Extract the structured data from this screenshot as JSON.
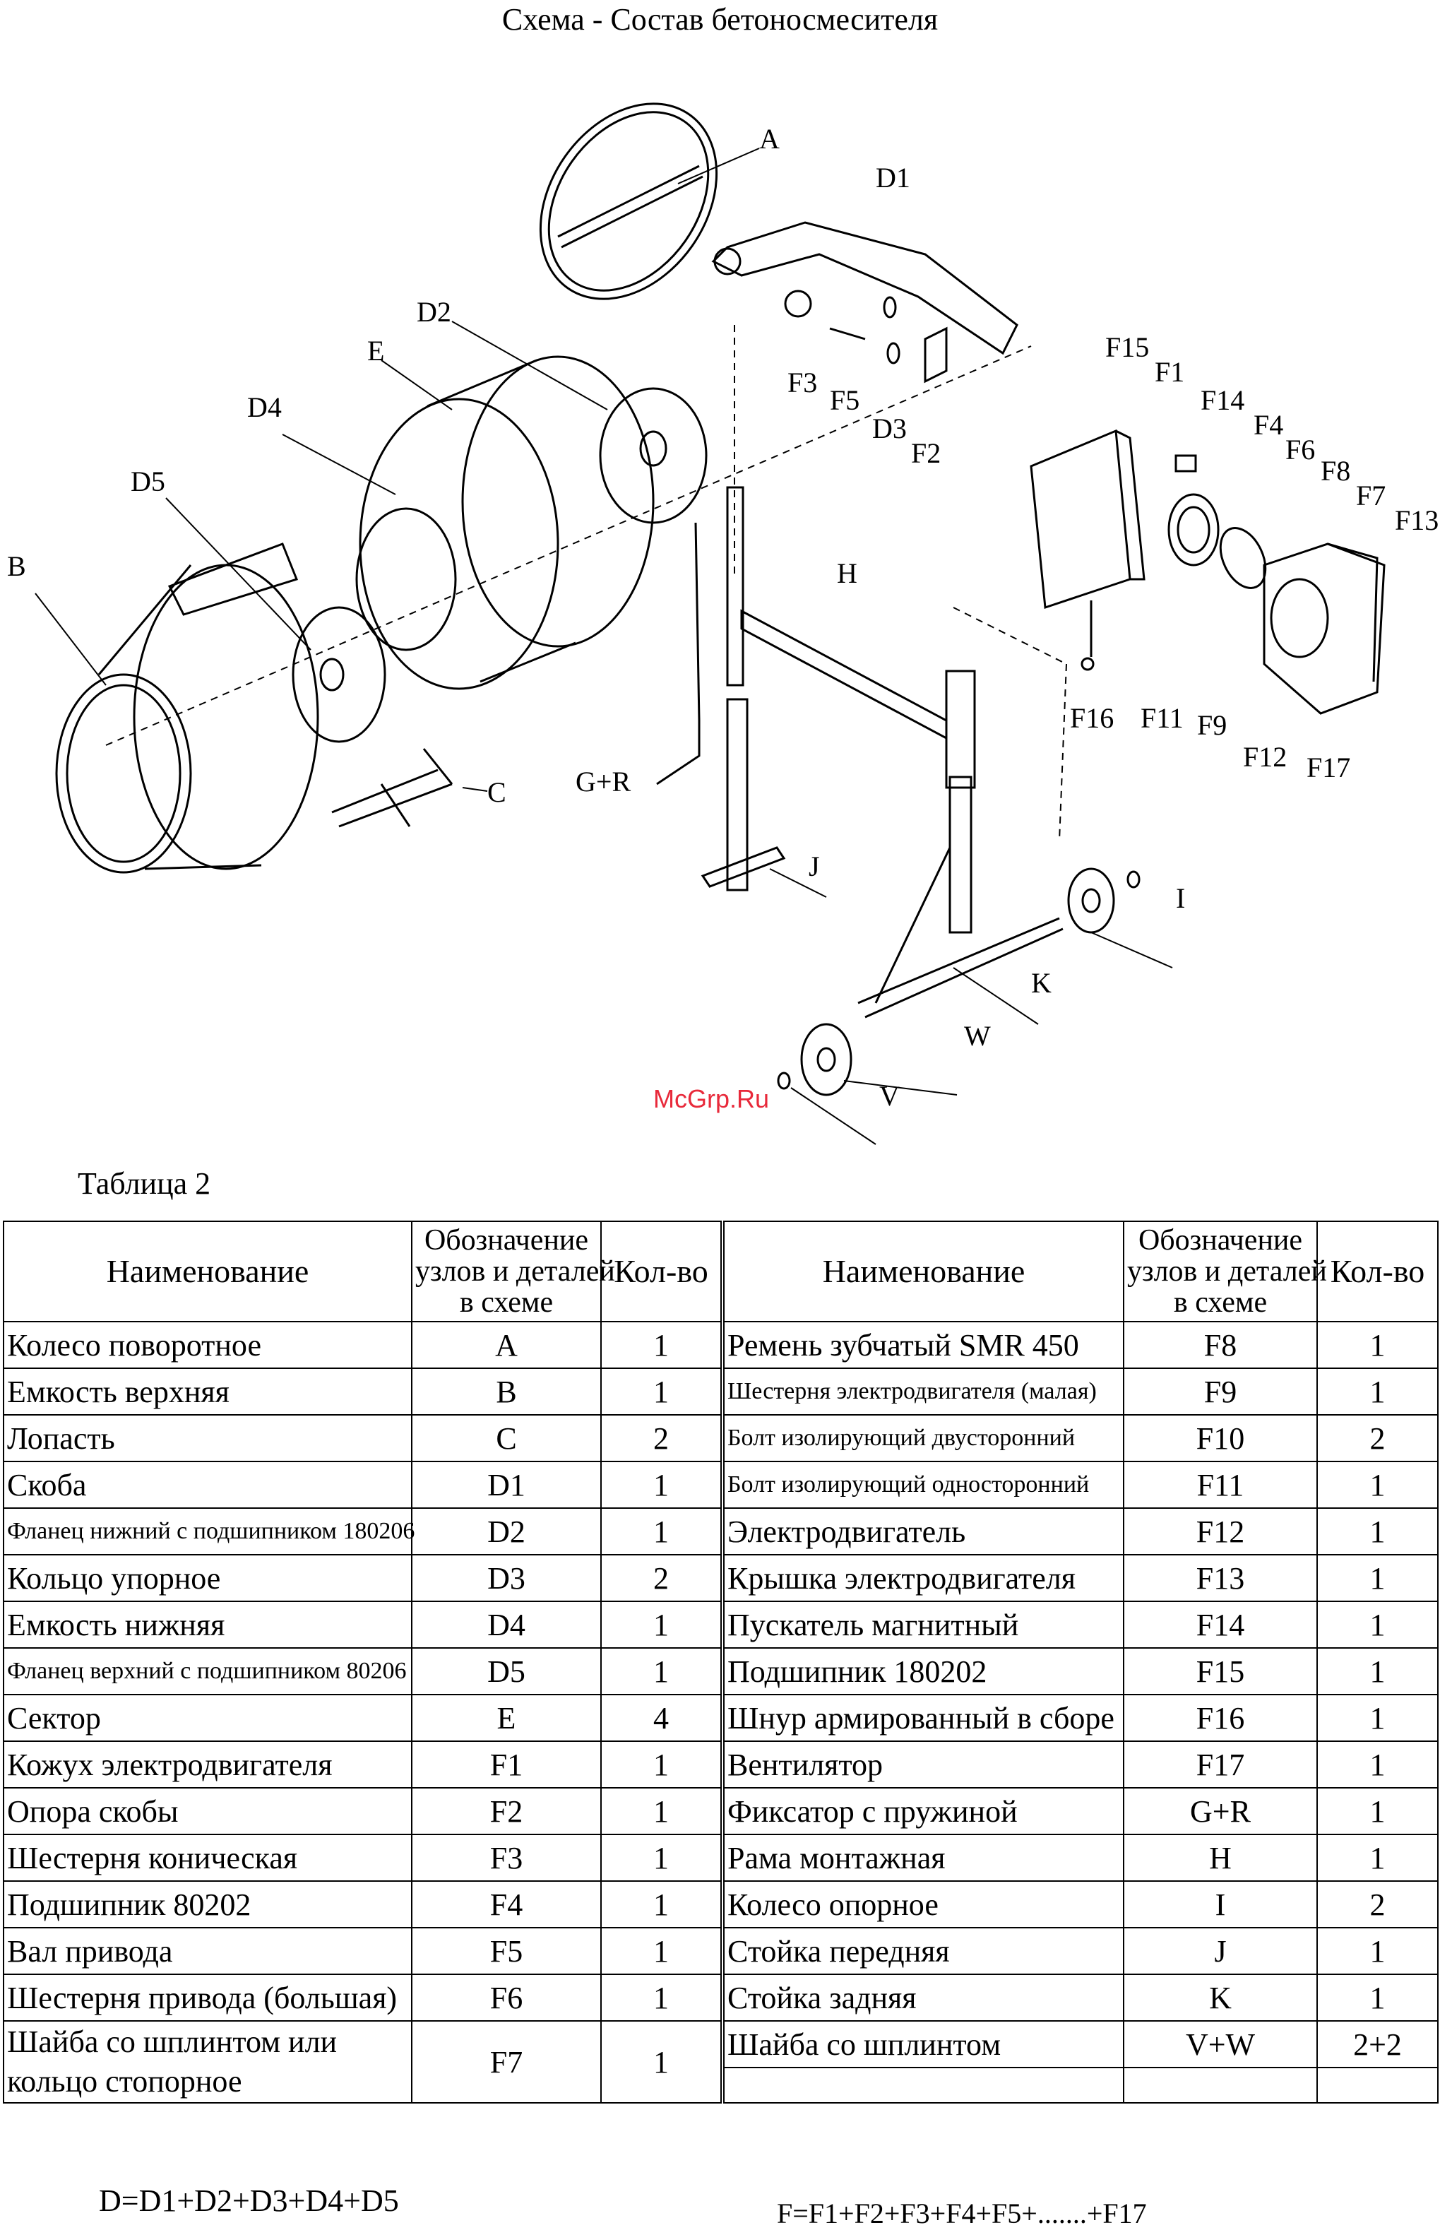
{
  "title": "Схема - Состав бетоносмесителя",
  "diagram_labels": {
    "A": "A",
    "D1": "D1",
    "D2": "D2",
    "E": "E",
    "D4": "D4",
    "D5": "D5",
    "B": "B",
    "C": "C",
    "F3": "F3",
    "F5": "F5",
    "D3": "D3",
    "F2": "F2",
    "F15": "F15",
    "F1": "F1",
    "F14": "F14",
    "F4": "F4",
    "F6": "F6",
    "F8": "F8",
    "F7": "F7",
    "F13": "F13",
    "H": "H",
    "F16": "F16",
    "F11": "F11",
    "F9": "F9",
    "F12": "F12",
    "F17": "F17",
    "GR": "G+R",
    "J": "J",
    "I": "I",
    "K": "K",
    "W": "W",
    "V": "V"
  },
  "watermark": "McGrp.Ru",
  "table_caption": "Таблица 2",
  "table": {
    "headers": {
      "name": "Наименование",
      "designation_lines": [
        "Обозначение",
        "узлов и деталей",
        "в схеме"
      ],
      "qty": "Кол-во"
    },
    "left": [
      {
        "name": "Колесо поворотное",
        "code": "A",
        "qty": "1"
      },
      {
        "name": "Емкость верхняя",
        "code": "B",
        "qty": "1"
      },
      {
        "name": "Лопасть",
        "code": "C",
        "qty": "2"
      },
      {
        "name": "Скоба",
        "code": "D1",
        "qty": "1"
      },
      {
        "name": "Фланец нижний с подшипником 180206",
        "code": "D2",
        "qty": "1"
      },
      {
        "name": "Кольцо упорное",
        "code": "D3",
        "qty": "2"
      },
      {
        "name": "Емкость нижняя",
        "code": "D4",
        "qty": "1"
      },
      {
        "name": "Фланец верхний с подшипником 80206",
        "code": "D5",
        "qty": "1"
      },
      {
        "name": "Сектор",
        "code": "E",
        "qty": "4"
      },
      {
        "name": "Кожух электродвигателя",
        "code": "F1",
        "qty": "1"
      },
      {
        "name": "Опора скобы",
        "code": "F2",
        "qty": "1"
      },
      {
        "name": "Шестерня коническая",
        "code": "F3",
        "qty": "1"
      },
      {
        "name": "Подшипник 80202",
        "code": "F4",
        "qty": "1"
      },
      {
        "name": "Вал привода",
        "code": "F5",
        "qty": "1"
      },
      {
        "name": "Шестерня привода (большая)",
        "code": "F6",
        "qty": "1"
      },
      {
        "name": "Шайба со шплинтом или кольцо стопорное",
        "code": "F7",
        "qty": "1"
      }
    ],
    "right": [
      {
        "name": "Ремень зубчатый SMR 450",
        "code": "F8",
        "qty": "1"
      },
      {
        "name": "Шестерня электродвигателя (малая)",
        "code": "F9",
        "qty": "1"
      },
      {
        "name": "Болт изолирующий двусторонний",
        "code": "F10",
        "qty": "2"
      },
      {
        "name": "Болт изолирующий односторонний",
        "code": "F11",
        "qty": "1"
      },
      {
        "name": "Электродвигатель",
        "code": "F12",
        "qty": "1"
      },
      {
        "name": "Крышка электродвигателя",
        "code": "F13",
        "qty": "1"
      },
      {
        "name": "Пускатель магнитный",
        "code": "F14",
        "qty": "1"
      },
      {
        "name": "Подшипник 180202",
        "code": "F15",
        "qty": "1"
      },
      {
        "name": "Шнур армированный в сборе",
        "code": "F16",
        "qty": "1"
      },
      {
        "name": "Вентилятор",
        "code": "F17",
        "qty": "1"
      },
      {
        "name": "Фиксатор с пружиной",
        "code": "G+R",
        "qty": "1"
      },
      {
        "name": "Рама монтажная",
        "code": "H",
        "qty": "1"
      },
      {
        "name": "Колесо опорное",
        "code": "I",
        "qty": "2"
      },
      {
        "name": "Стойка передняя",
        "code": "J",
        "qty": "1"
      },
      {
        "name": "Стойка задняя",
        "code": "K",
        "qty": "1"
      },
      {
        "name": "Шайба со шплинтом",
        "code": "V+W",
        "qty": "2+2"
      }
    ]
  },
  "formula_d": "D=D1+D2+D3+D4+D5",
  "formula_f": "F=F1+F2+F3+F4+F5+.......+F17"
}
